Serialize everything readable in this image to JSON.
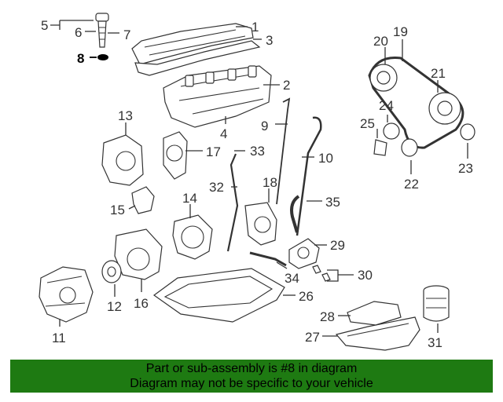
{
  "callouts": {
    "c1": "1",
    "c2": "2",
    "c3": "3",
    "c4": "4",
    "c5": "5",
    "c6": "6",
    "c7": "7",
    "c8": "8",
    "c9": "9",
    "c10": "10",
    "c11": "11",
    "c12": "12",
    "c13": "13",
    "c14": "14",
    "c15": "15",
    "c16": "16",
    "c17": "17",
    "c18": "18",
    "c19": "19",
    "c20": "20",
    "c21": "21",
    "c22": "22",
    "c23": "23",
    "c24": "24",
    "c25": "25",
    "c26": "26",
    "c27": "27",
    "c28": "28",
    "c29": "29",
    "c30": "30",
    "c31": "31",
    "c32": "32",
    "c33": "33",
    "c34": "34",
    "c35": "35"
  },
  "highlight_part": "8",
  "colors": {
    "banner": "#1e7a12",
    "highlight": "#000000"
  },
  "banner": {
    "line1": "Part or sub-assembly is #8 in diagram",
    "line2": "Diagram may not be specific to your vehicle"
  }
}
